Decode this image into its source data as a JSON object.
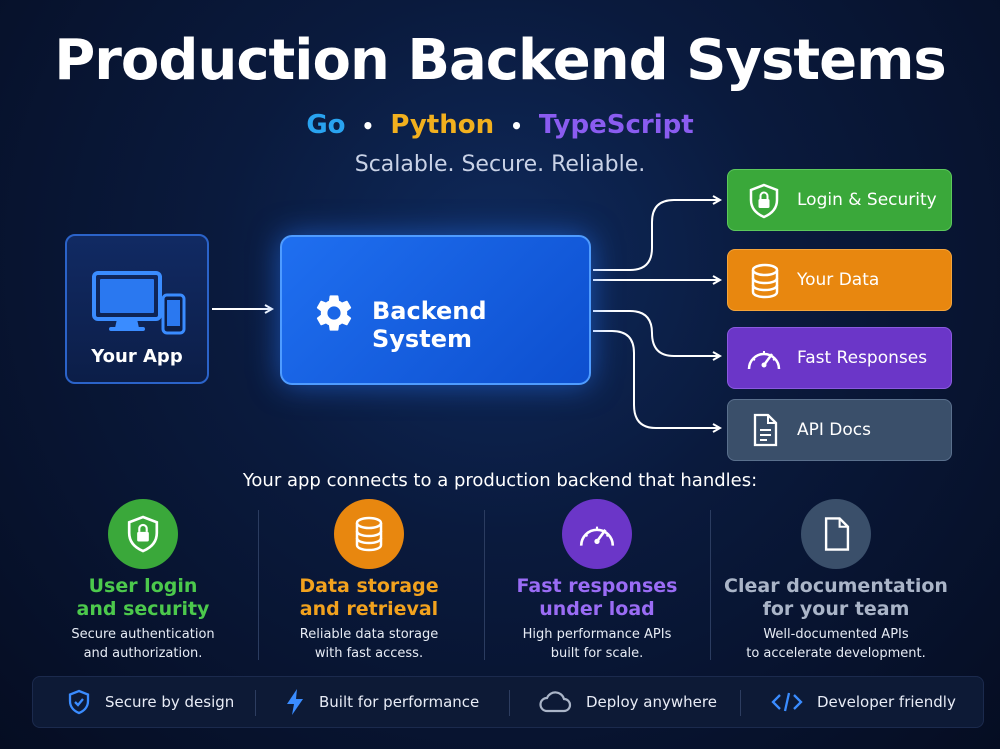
{
  "header": {
    "title": "Production Backend Systems",
    "languages": [
      {
        "name": "Go",
        "color": "#29a3f0"
      },
      {
        "name": "Python",
        "color": "#f2b01e"
      },
      {
        "name": "TypeScript",
        "color": "#8a5cf0"
      }
    ],
    "separator": "•",
    "tagline": "Scalable. Secure. Reliable."
  },
  "diagram": {
    "client": {
      "label": "Your App",
      "icon": "devices-icon"
    },
    "backend": {
      "label": "Backend System",
      "icon": "gear-icon"
    },
    "outputs": [
      {
        "label": "Login & Security",
        "icon": "shield-lock-icon",
        "color": "#3aa83a"
      },
      {
        "label": "Your Data",
        "icon": "database-icon",
        "color": "#e8870f"
      },
      {
        "label": "Fast Responses",
        "icon": "speedometer-icon",
        "color": "#6b36c8"
      },
      {
        "label": "API Docs",
        "icon": "document-icon",
        "color": "#3a4f6a"
      }
    ]
  },
  "features": {
    "heading": "Your app connects to a production backend that handles:",
    "items": [
      {
        "title_line1": "User login",
        "title_line2": "and security",
        "desc_line1": "Secure authentication",
        "desc_line2": "and authorization.",
        "color": "#4cc94c",
        "icon": "shield-lock-icon"
      },
      {
        "title_line1": "Data storage",
        "title_line2": "and retrieval",
        "desc_line1": "Reliable data storage",
        "desc_line2": "with fast access.",
        "color": "#f2a21e",
        "icon": "database-icon"
      },
      {
        "title_line1": "Fast responses",
        "title_line2": "under load",
        "desc_line1": "High performance APIs",
        "desc_line2": "built for scale.",
        "color": "#9a6cf5",
        "icon": "speedometer-icon"
      },
      {
        "title_line1": "Clear documentation",
        "title_line2": "for your team",
        "desc_line1": "Well-documented APIs",
        "desc_line2": "to accelerate development.",
        "color": "#aab5c8",
        "icon": "document-icon"
      }
    ]
  },
  "footer": {
    "items": [
      {
        "label": "Secure by design",
        "icon": "shield-check-icon"
      },
      {
        "label": "Built for performance",
        "icon": "lightning-icon"
      },
      {
        "label": "Deploy anywhere",
        "icon": "cloud-icon"
      },
      {
        "label": "Developer friendly",
        "icon": "code-icon"
      }
    ]
  }
}
